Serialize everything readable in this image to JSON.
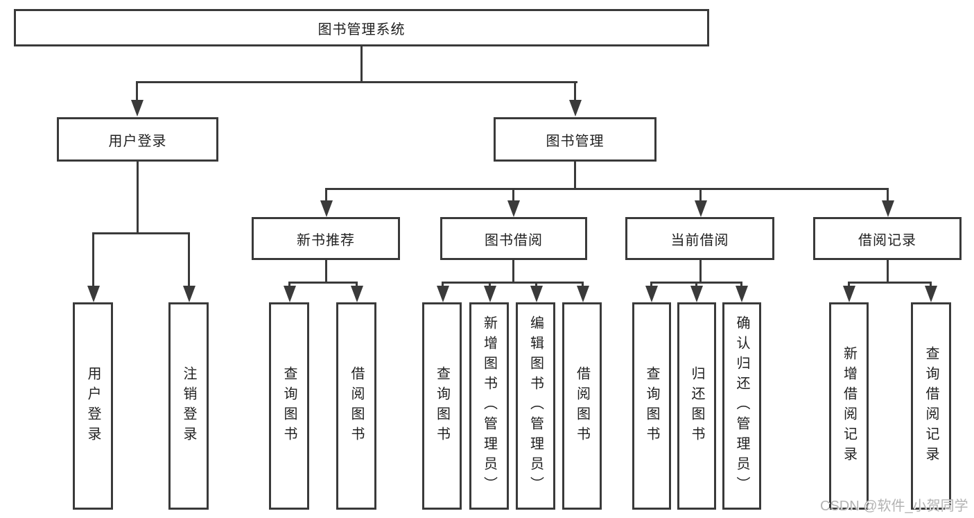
{
  "tree": {
    "label": "图书管理系统",
    "children": [
      {
        "label": "用户登录",
        "children": [
          {
            "label": "用户登录"
          },
          {
            "label": "注销登录"
          }
        ]
      },
      {
        "label": "图书管理",
        "children": [
          {
            "label": "新书推荐",
            "children": [
              {
                "label": "查询图书"
              },
              {
                "label": "借阅图书"
              }
            ]
          },
          {
            "label": "图书借阅",
            "children": [
              {
                "label": "查询图书"
              },
              {
                "label": "新增图书（管理员）"
              },
              {
                "label": "编辑图书（管理员）"
              },
              {
                "label": "借阅图书"
              }
            ]
          },
          {
            "label": "当前借阅",
            "children": [
              {
                "label": "查询图书"
              },
              {
                "label": "归还图书"
              },
              {
                "label": "确认归还（管理员）"
              }
            ]
          },
          {
            "label": "借阅记录",
            "children": [
              {
                "label": "新增借阅记录"
              },
              {
                "label": "查询借阅记录"
              }
            ]
          }
        ]
      }
    ]
  },
  "watermark": {
    "text": "CSDN @软件_小贺同学"
  },
  "colors": {
    "line": "#3a3a3a",
    "text": "#1f1f1f",
    "watermark": "#b3b3b3"
  }
}
